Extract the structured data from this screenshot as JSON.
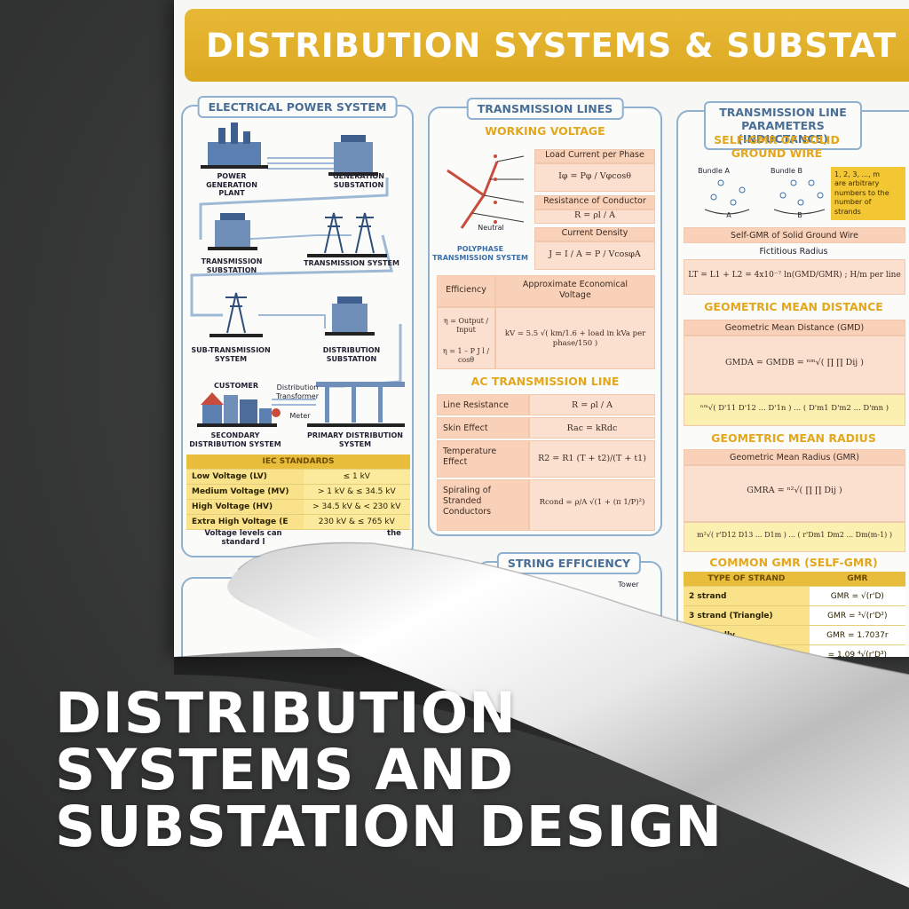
{
  "poster": {
    "banner": "DISTRIBUTION SYSTEMS & SUBSTAT",
    "epower": {
      "title": "ELECTRICAL POWER SYSTEM",
      "labels": {
        "gen_plant": "POWER GENERATION\nPLANT",
        "gen_sub": "GENERATION\nSUBSTATION",
        "trans_sub": "TRANSMISSION\nSUBSTATION",
        "trans_sys": "TRANSMISSION SYSTEM",
        "subtrans": "SUB-TRANSMISSION\nSYSTEM",
        "dist_sub": "DISTRIBUTION\nSUBSTATION",
        "customer": "CUSTOMER",
        "dist_transformer": "Distribution\nTransformer",
        "meter": "Meter",
        "secondary": "SECONDARY\nDISTRIBUTION SYSTEM",
        "primary": "PRIMARY DISTRIBUTION\nSYSTEM"
      },
      "iec": {
        "title": "IEC STANDARDS",
        "rows": [
          {
            "name": "Low Voltage (LV)",
            "value": "≤ 1 kV"
          },
          {
            "name": "Medium Voltage (MV)",
            "value": "> 1 kV & ≤ 34.5 kV"
          },
          {
            "name": "High Voltage (HV)",
            "value": "> 34.5 kV & < 230 kV"
          },
          {
            "name": "Extra High Voltage (E",
            "value": "230 kV & ≤ 765 kV"
          }
        ],
        "note": "Voltage levels can\nstandard l",
        "note_right": "the"
      }
    },
    "tlines": {
      "title": "TRANSMISSION LINES",
      "working_voltage": "WORKING VOLTAGE",
      "polyphase": "POLYPHASE\nTRANSMISSION SYSTEM",
      "neutral": "Neutral",
      "load_current": "Load Current per Phase",
      "load_current_formula": "Iφ = Pφ / Vφcosθ",
      "resistance": "Resistance of Conductor",
      "resistance_formula": "R = ρl / A",
      "current_density": "Current Density",
      "current_density_formula": "J = I / A = P / VcosφA",
      "efficiency": "Efficiency",
      "approx_voltage": "Approximate Economical\nVoltage",
      "eff_formula_1": "η = Output / Input",
      "eff_formula_2": "η = 1 – P J l / cosθ",
      "kv_formula": "kV = 5.5 √( km/1.6 + load in kVa per phase/150 )",
      "ac_title": "AC TRANSMISSION LINE",
      "ac_rows": [
        {
          "name": "Line Resistance",
          "formula": "R = ρl / A"
        },
        {
          "name": "Skin Effect",
          "formula": "Rac = kRdc"
        },
        {
          "name": "Temperature\nEffect",
          "formula": "R2 = R1 (T + t2)/(T + t1)"
        },
        {
          "name": "Spiraling of\nStranded\nConductors",
          "formula": "Rcond = ρ/A √(1 + (π 1/P)²)"
        }
      ],
      "string_eff": "STRING EFFICIENCY",
      "tower": "Tower"
    },
    "tparams": {
      "title": "TRANSMISSION LINE\nPARAMETERS (INDUCTANCE)",
      "self_gmr_title": "SELF-GMR OF SOLID\nGROUND WIRE",
      "bundle_a": "Bundle A",
      "bundle_b": "Bundle B",
      "a": "A",
      "b": "B",
      "note": "1, 2, 3, ..., m\nare arbitrary\nnumbers to the\nnumber of\nstrands",
      "self_gmr_box": "Self-GMR of Solid Ground Wire",
      "fictitious": "Fictitious Radius",
      "lt_formula": "LT = L1 + L2 = 4x10⁻⁷ ln(GMD/GMR) ; H/m per line",
      "gmd_title": "GEOMETRIC MEAN DISTANCE",
      "gmd_box": "Geometric Mean Distance (GMD)",
      "gmd_formula": "GMDA = GMDB = ⁿᵐ√( ∏ ∏ Dij )",
      "gmd_formula_2": "ⁿᵐ√( D'11 D'12 ... D'1n ) ... ( D'm1 D'm2 ... D'mn )",
      "gmr_title": "GEOMETRIC MEAN RADIUS",
      "gmr_box": "Geometric Mean Radius (GMR)",
      "gmr_formula": "GMRA = ⁿ²√( ∏ ∏ Dij )",
      "gmr_formula_2": "m²√( r'D12 D13 ... D1m ) ... ( r'Dm1 Dm2 ... Dm(m-1) )",
      "common_gmr": "COMMON GMR (SELF-GMR)",
      "strand_head": "TYPE OF STRAND",
      "gmr_head": "GMR",
      "strands": [
        {
          "name": "2 strand",
          "value": "GMR = √(r'D)"
        },
        {
          "name": "3 strand (Triangle)",
          "value": "GMR = ³√(r'D²)"
        },
        {
          "name": "(Vertically",
          "value": "GMR = 1.7037r"
        },
        {
          "name": "",
          "value": "= 1.09 ⁴√(r'D³)"
        }
      ]
    }
  },
  "headline": {
    "line1": "DISTRIBUTION",
    "line2": "SYSTEMS AND",
    "line3": "SUBSTATION DESIGN"
  }
}
